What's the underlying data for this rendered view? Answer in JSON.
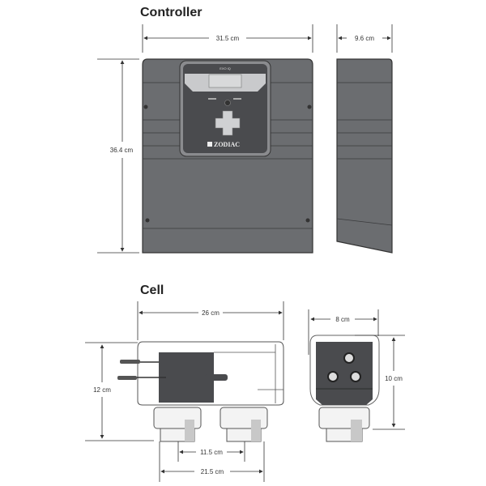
{
  "controller": {
    "title": "Controller",
    "width_label": "31.5 cm",
    "depth_label": "9.6 cm",
    "height_label": "36.4 cm",
    "brand_label": "ZODIAC",
    "model_label": "EXO iQ"
  },
  "cell": {
    "title": "Cell",
    "length_label": "26 cm",
    "height_label": "12 cm",
    "port_spacing_label": "11.5 cm",
    "port_outer_label": "21.5 cm",
    "end_width_label": "8 cm",
    "end_height_label": "10 cm"
  },
  "colors": {
    "body": "#6b6d70",
    "panel": "#4a4b4e",
    "screen": "#c9cacc",
    "line": "#333333"
  }
}
